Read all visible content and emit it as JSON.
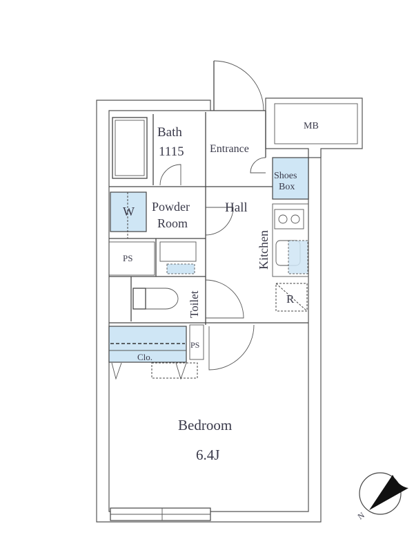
{
  "rooms": {
    "bath": "Bath",
    "bath_size": "1115",
    "entrance": "Entrance",
    "mb": "MB",
    "shoes_box_1": "Shoes",
    "shoes_box_2": "Box",
    "washer": "W",
    "powder_room_1": "Powder",
    "powder_room_2": "Room",
    "hall": "Hall",
    "kitchen": "Kitchen",
    "ps_upper": "PS",
    "toilet": "Toilet",
    "refrigerator": "R",
    "ps_lower": "PS",
    "closet": "Clo.",
    "bedroom": "Bedroom",
    "bedroom_size": "6.4J"
  },
  "compass": {
    "label": "N"
  },
  "colors": {
    "fixture_blue": "#cfe6f5",
    "wall": "#555555"
  }
}
